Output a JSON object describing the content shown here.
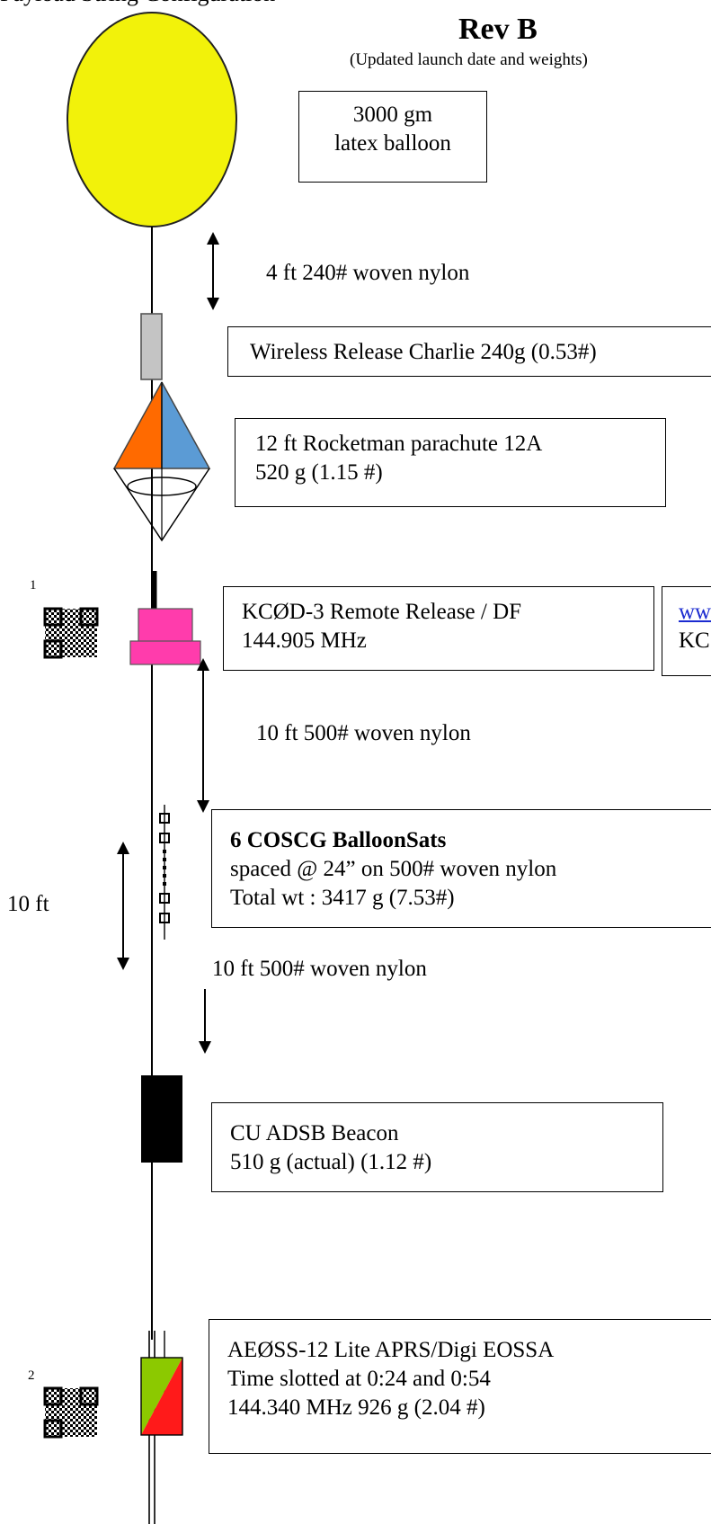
{
  "header": {
    "top_cut_text": "Payload String Configuration",
    "rev": "Rev B",
    "note": "(Updated launch date and weights)"
  },
  "balloon": {
    "label_line1": "3000 gm",
    "label_line2": "latex balloon"
  },
  "line1": {
    "label": "4 ft 240# woven nylon"
  },
  "release": {
    "label": "Wireless Release Charlie 240g (0.53#)"
  },
  "parachute": {
    "line1": "12 ft Rocketman parachute  12A",
    "line2": "520 g (1.15 #)"
  },
  "remote_release": {
    "qr_marker": "1",
    "line1": "KCØD-3 Remote Release  / DF",
    "line2": "144.905 MHz",
    "side_link": "ww",
    "side_text": "KC"
  },
  "line2": {
    "label": "10 ft 500# woven nylon"
  },
  "balloonsats": {
    "line1": "6 COSCG BalloonSats",
    "line2": "spaced @ 24” on 500# woven nylon",
    "line3": "Total wt : 3417 g (7.53#)",
    "span_label": "10 ft"
  },
  "line3": {
    "label": "10 ft 500# woven nylon"
  },
  "adsb": {
    "line1": "CU ADSB Beacon",
    "line2": "510 g (actual) (1.12 #)"
  },
  "aprs": {
    "qr_marker": "2",
    "line1": "AEØSS-12 Lite APRS/Digi  EOSSA",
    "line2": "Time slotted at 0:24 and 0:54",
    "line3": "144.340 MHz   926 g (2.04 #)"
  },
  "colors": {
    "balloon": "#f2f20a",
    "release_body": "#c4c4c4",
    "parachute_left": "#ff6a00",
    "parachute_right": "#5b9bd5",
    "remote_release": "#ff3cac",
    "adsb": "#000000",
    "aprs_green": "#8cc900",
    "aprs_red": "#ff1a1a"
  }
}
